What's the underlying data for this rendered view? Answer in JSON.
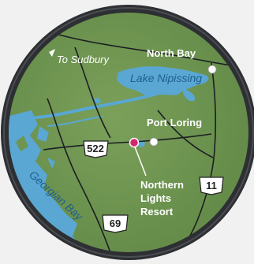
{
  "places": {
    "north_bay": "North Bay",
    "port_loring": "Port Loring",
    "to_sudbury": "To Sudbury",
    "resort_line1": "Northern",
    "resort_line2": "Lights",
    "resort_line3": "Resort"
  },
  "water": {
    "lake_nipissing": "Lake Nipissing",
    "georgian_bay": "Georgian Bay"
  },
  "highways": {
    "hwy_522": "522",
    "hwy_11": "11",
    "hwy_69": "69"
  },
  "colors": {
    "land": "#6f9551",
    "water": "#5aa7d4",
    "bezel": "#2d2f33",
    "road": "#1b1f22",
    "resort_marker": "#d4286c"
  }
}
